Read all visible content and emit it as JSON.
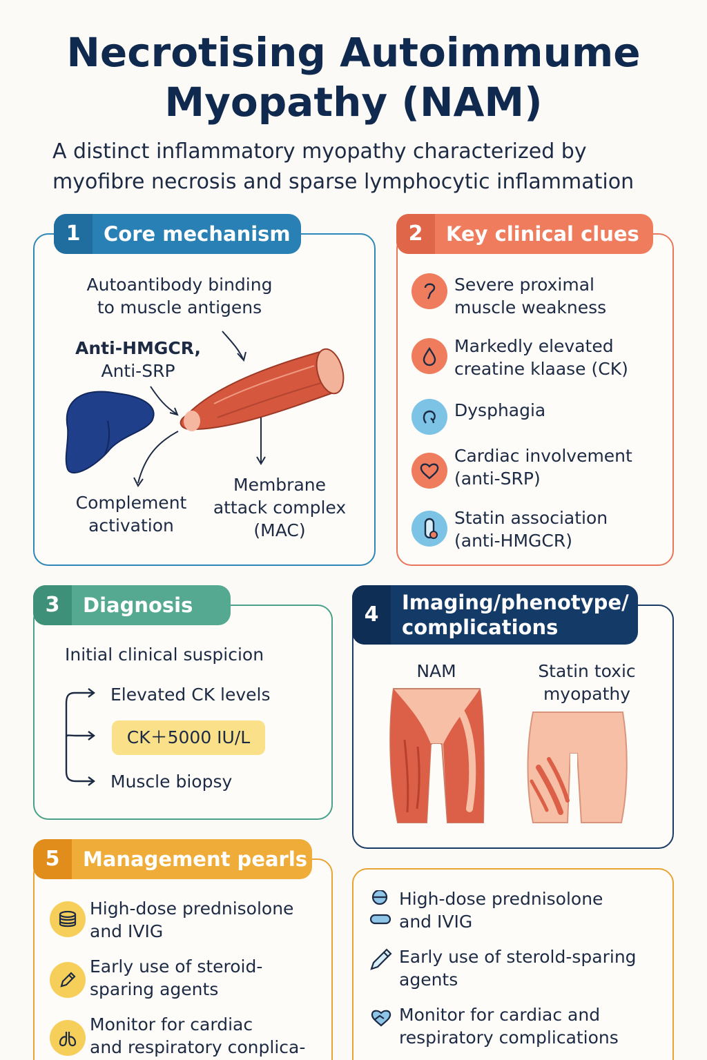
{
  "title": {
    "line1": "Necrotising Autoimmume",
    "line2": "Myopathy (NAM)"
  },
  "subtitle": {
    "line1": "A distinct inflammatory myopathy characterized by",
    "line2": "myofibre necrosis and sparse lymphocytic inflammation"
  },
  "section1": {
    "number": "1",
    "title": "Core mechanism",
    "binding": [
      "Autoantibody binding",
      "to muscle antigens"
    ],
    "antibodies": [
      "Anti-HMGCR,",
      "Anti-SRP"
    ],
    "complement": [
      "Complement",
      "activation"
    ],
    "mac": [
      "Membrane",
      "attack complex",
      "(MAC)"
    ],
    "colors": {
      "accent": "#2880b5",
      "liver": "#1f3f8a",
      "muscle": "#d4573e"
    }
  },
  "section2": {
    "number": "2",
    "title": "Key clinical clues",
    "items": [
      {
        "lines": [
          "Severe proximal",
          "muscle weakness"
        ],
        "icon": "question-icon",
        "color": "#ee7c5d"
      },
      {
        "lines": [
          "Markedly elevated",
          "creatine klaase (CK)"
        ],
        "icon": "drop-icon",
        "color": "#ee7c5d"
      },
      {
        "lines": [
          "Dysphagia"
        ],
        "icon": "throat-icon",
        "color": "#7cc3e6"
      },
      {
        "lines": [
          "Cardiac involvement",
          "(anti-SRP)"
        ],
        "icon": "heart-icon",
        "color": "#ee7c5d"
      },
      {
        "lines": [
          "Statin association",
          "(anti-HMGCR)"
        ],
        "icon": "pill-icon",
        "color": "#7cc3e6"
      }
    ]
  },
  "section3": {
    "number": "3",
    "title": "Diagnosis",
    "suspicion": "Initial clinical suspicion",
    "ck": "Elevated CK levels",
    "threshold": "CK＋5000 IU/L",
    "biopsy": "Muscle biopsy",
    "colors": {
      "accent": "#55a991",
      "highlight": "#fbe08a"
    }
  },
  "section4": {
    "number": "4",
    "title": [
      "Imaging/phenotype/",
      "complications"
    ],
    "nam": "NAM",
    "statin": [
      "Statin toxic",
      "myopathy"
    ]
  },
  "section5": {
    "number": "5",
    "title": "Management pearls",
    "items": [
      {
        "lines": [
          "High-dose prednisolone",
          "and IVIG"
        ],
        "icon": "coins-icon"
      },
      {
        "lines": [
          "Early use of steroid-",
          "sparing agents"
        ],
        "icon": "pencil-icon"
      },
      {
        "lines": [
          "Monitor for cardiac",
          "and respiratory conplica-"
        ],
        "icon": "lungs-icon"
      }
    ]
  },
  "section6": {
    "items": [
      {
        "lines": [
          "High-dose prednisolone",
          "and IVIG"
        ],
        "icon": "pill-bar-icon"
      },
      {
        "lines": [
          "Early use of sterold-sparing",
          "agents"
        ],
        "icon": "pencil-icon"
      },
      {
        "lines": [
          "Monitor for cardiac and",
          "respiratory complications"
        ],
        "icon": "heart-hand-icon"
      }
    ]
  }
}
